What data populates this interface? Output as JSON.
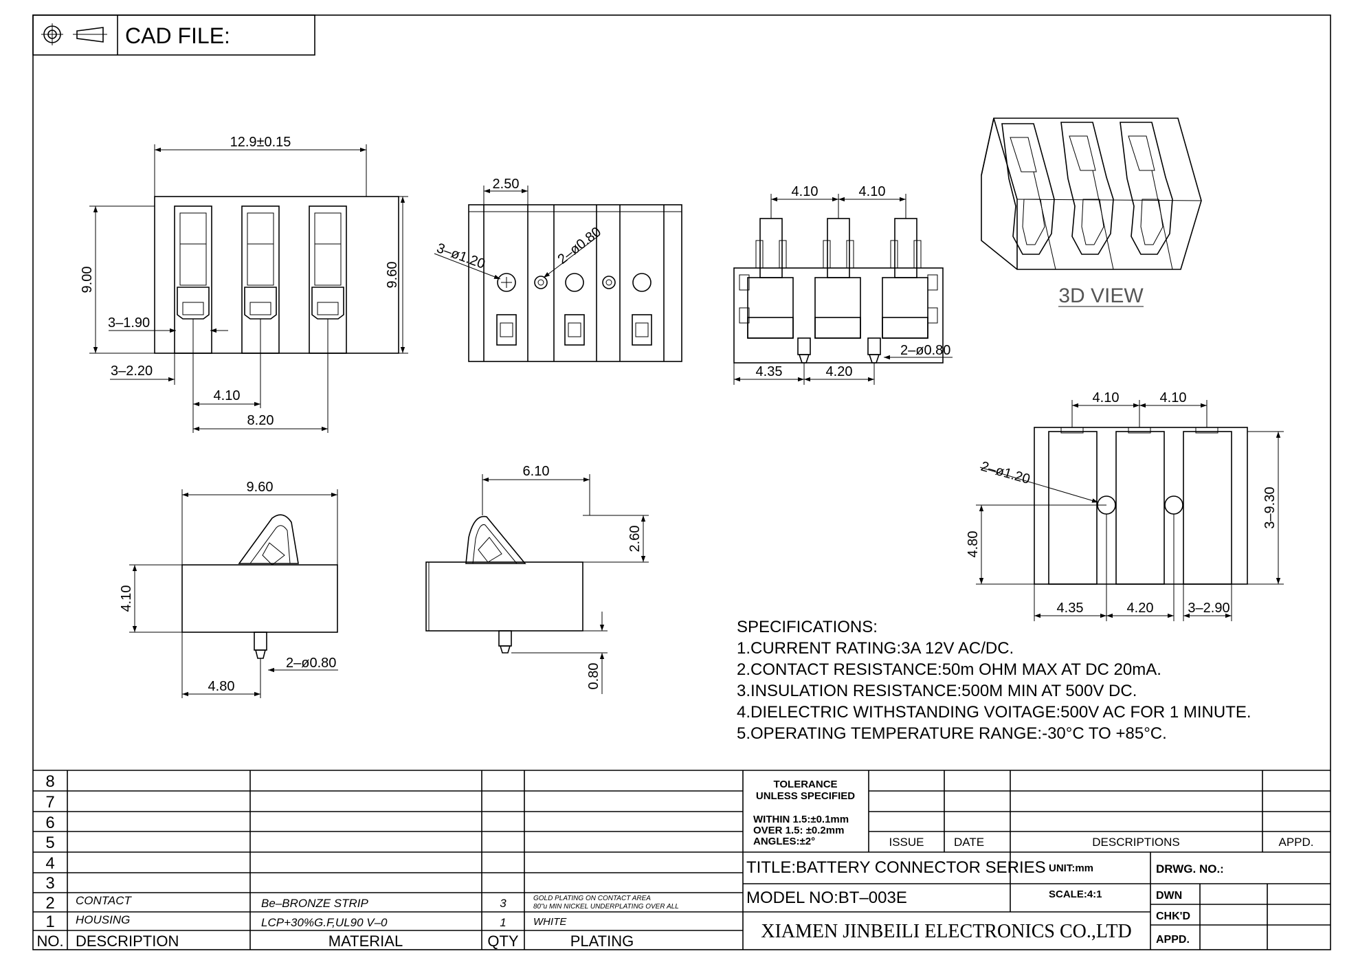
{
  "header": {
    "cad_label": "CAD FILE:"
  },
  "dims": {
    "top_width": "12.9±0.15",
    "left_h": "9.00",
    "right_h": "9.60",
    "w190": "3–1.90",
    "w220": "3–2.20",
    "p410": "4.10",
    "p820": "8.20",
    "d250": "2.50",
    "hole120": "3–ø1.20",
    "hole080": "2–ø0.80",
    "s410a": "4.10",
    "s410b": "4.10",
    "s435": "4.35",
    "s420": "4.20",
    "s080": "2–ø0.80",
    "b960": "9.60",
    "b410": "4.10",
    "b080": "2–ø0.80",
    "b480": "4.80",
    "c610": "6.10",
    "c260": "2.60",
    "c080": "0.80",
    "f410a": "4.10",
    "f410b": "4.10",
    "f120": "2–ø1.20",
    "f480": "4.80",
    "f930": "3–9.30",
    "f435": "4.35",
    "f420": "4.20",
    "f290": "3–2.90"
  },
  "view3d_label": "3D  VIEW",
  "specs": {
    "heading": "SPECIFICATIONS:",
    "lines": [
      "1.CURRENT RATING:3A 12V AC/DC.",
      "2.CONTACT RESISTANCE:50m OHM MAX AT DC 20mA.",
      "3.INSULATION RESISTANCE:500M      MIN AT 500V DC.",
      "4.DIELECTRIC WITHSTANDING VOITAGE:500V AC FOR 1 MINUTE.",
      "5.OPERATING TEMPERATURE RANGE:-30°C TO +85°C."
    ]
  },
  "bom": {
    "row_numbers": [
      "8",
      "7",
      "6",
      "5",
      "4",
      "3",
      "2",
      "1"
    ],
    "row2": {
      "desc": "CONTACT",
      "material": "Be–BRONZE STRIP",
      "qty": "3",
      "plating_1": "GOLD PLATING ON CONTACT AREA",
      "plating_2": "80\"u MIN NICKEL UNDERPLATING OVER ALL"
    },
    "row1": {
      "desc": "HOUSING",
      "material": "LCP+30%G.F,UL90  V–0",
      "qty": "1",
      "plating": "WHITE"
    },
    "headers": {
      "no": "NO.",
      "desc": "DESCRIPTION",
      "material": "MATERIAL",
      "qty": "QTY",
      "plating": "PLATING"
    }
  },
  "title_block": {
    "tol_1": "TOLERANCE",
    "tol_2": "UNLESS SPECIFIED",
    "within": "WITHIN 1.5:±0.1mm",
    "over": "OVER 1.5:  ±0.2mm",
    "angles": "ANGLES:±2°",
    "issue": "ISSUE",
    "date": "DATE",
    "descriptions": "DESCRIPTIONS",
    "appd": "APPD.",
    "title": "TITLE:BATTERY CONNECTOR SERIES",
    "unit": "UNIT:mm",
    "drwg_no": "DRWG. NO.:",
    "model": "MODEL NO:BT–003E",
    "scale": "SCALE:4:1",
    "dwn": "DWN",
    "chkd": "CHK'D",
    "appd2": "APPD.",
    "company": "XIAMEN JINBEILI ELECTRONICS CO.,LTD"
  }
}
